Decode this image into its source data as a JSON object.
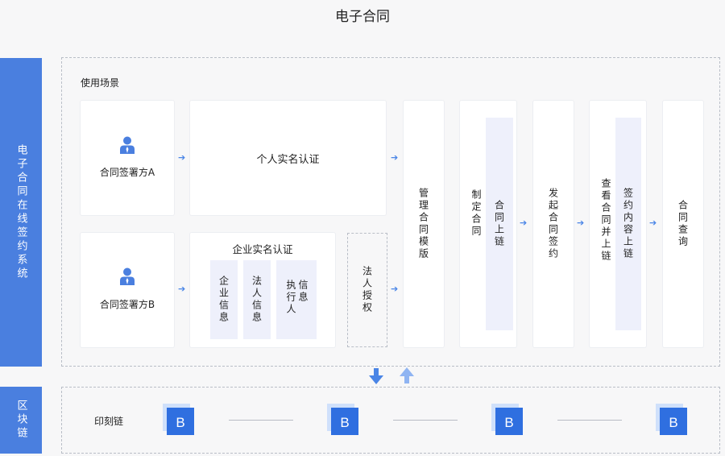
{
  "title": "电子合同",
  "sidebar": {
    "main_label": "电子合同在线签约系统",
    "chain_label": "区块链"
  },
  "scenario": {
    "label": "使用场景",
    "party_a": "合同签署方A",
    "party_b": "合同签署方B",
    "personal_auth": "个人实名认证",
    "enterprise_auth": "企业实名认证",
    "enterprise_info": "企业信息",
    "legal_person_info": "法人信息",
    "executor_info_1": "执行人",
    "executor_info_2": "信息",
    "legal_auth": "法人授权",
    "manage_template": "管理合同模版",
    "draft_contract": "制定合同",
    "contract_on_chain": "合同上链",
    "initiate_signing": "发起合同签约",
    "check_and_chain": "查看合同并上链",
    "sign_content_on_chain": "签约内容上链",
    "contract_query": "合同查询"
  },
  "chain": {
    "label": "印刻链",
    "blocks": [
      "B",
      "B",
      "B",
      "B"
    ]
  },
  "colors": {
    "accent": "#4a7fdf",
    "arrow": "#4a85e6",
    "lilac": "#eef0fb"
  },
  "icons": {
    "person": "person-icon",
    "block": "block-icon",
    "arrow_right": "arrow-right-icon",
    "arrow_down": "arrow-down-icon",
    "arrow_up": "arrow-up-icon"
  }
}
